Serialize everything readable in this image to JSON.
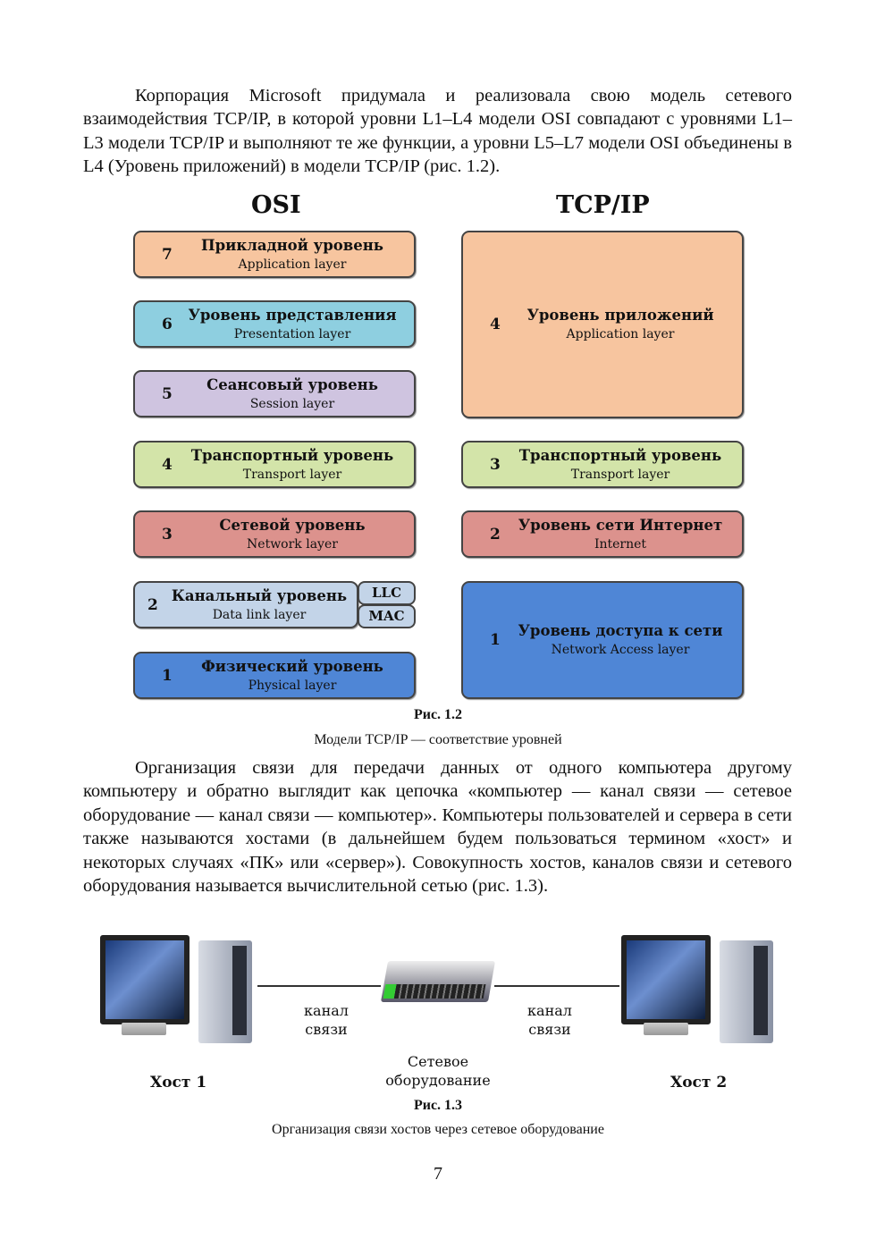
{
  "paragraph1": "Корпорация Microsoft придумала и реализовала свою модель сетевого взаимодействия TCP/IP, в которой уровни L1–L4 модели OSI совпадают с уровнями L1–L3 модели TCP/IP и выполняют те же функции, а уровни L5–L7 модели OSI объединены в L4 (Уровень приложений) в модели TCP/IP (рис. 1.2).",
  "figure1": {
    "osi_title": "OSI",
    "tcp_title": "TCP/IP",
    "osi": [
      {
        "num": "7",
        "ru": "Прикладной уровень",
        "en": "Application layer",
        "color": "#f7c59f"
      },
      {
        "num": "6",
        "ru": "Уровень представления",
        "en": "Presentation layer",
        "color": "#8ecfe0"
      },
      {
        "num": "5",
        "ru": "Сеансовый уровень",
        "en": "Session layer",
        "color": "#cfc4e0"
      },
      {
        "num": "4",
        "ru": "Транспортный уровень",
        "en": "Transport layer",
        "color": "#d3e4a9"
      },
      {
        "num": "3",
        "ru": "Сетевой уровень",
        "en": "Network layer",
        "color": "#dc928d"
      },
      {
        "num": "2",
        "ru": "Канальный уровень",
        "en": "Data link layer",
        "color": "#c3d4e8"
      },
      {
        "num": "1",
        "ru": "Физический уровень",
        "en": "Physical layer",
        "color": "#4f86d6"
      }
    ],
    "sublayers": [
      "LLC",
      "MAC"
    ],
    "tcp": [
      {
        "num": "4",
        "ru": "Уровень приложений",
        "en": "Application layer",
        "color": "#f7c59f"
      },
      {
        "num": "3",
        "ru": "Транспортный уровень",
        "en": "Transport layer",
        "color": "#d3e4a9"
      },
      {
        "num": "2",
        "ru": "Уровень сети Интернет",
        "en": "Internet",
        "color": "#dc928d"
      },
      {
        "num": "1",
        "ru": "Уровень доступа к сети",
        "en": "Network Access layer",
        "color": "#4f86d6"
      }
    ],
    "caption_num": "Рис. 1.2",
    "caption": "Модели TCP/IP — соответствие уровней"
  },
  "paragraph2": "Организация связи для передачи данных от одного компьютера другому компьютеру и обратно выглядит как цепочка «компьютер — канал связи — сетевое оборудование — канал связи — компьютер». Компьютеры пользователей и сервера в сети также называются хостами (в дальнейшем будем пользоваться термином «хост» и некоторых случаях «ПК» или «сервер»). Совокупность хостов, каналов связи и сетевого оборудования называется вычислительной сетью (рис. 1.3).",
  "figure2": {
    "host1": "Хост 1",
    "host2": "Хост 2",
    "channel1_a": "канал",
    "channel1_b": "связи",
    "channel2_a": "канал",
    "channel2_b": "связи",
    "equipment_a": "Сетевое",
    "equipment_b": "оборудование",
    "caption_num": "Рис. 1.3",
    "caption": "Организация связи хостов через сетевое оборудование"
  },
  "page_number": "7"
}
